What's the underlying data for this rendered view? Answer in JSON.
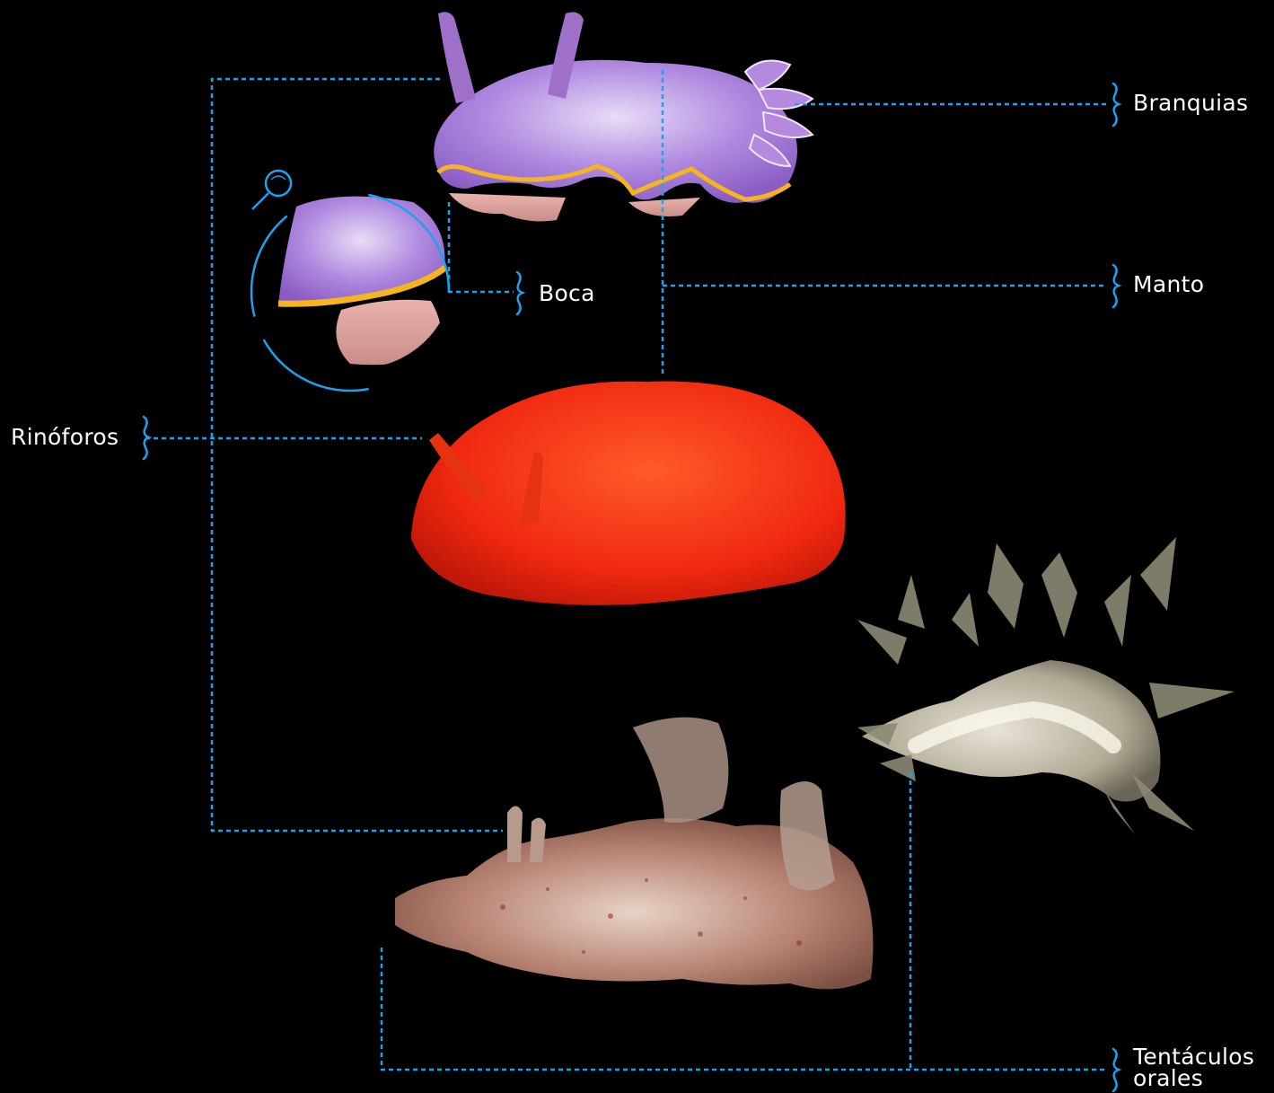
{
  "labels": {
    "branquias": "Branquias",
    "manto": "Manto",
    "boca": "Boca",
    "rinoforos": "Rinóforos",
    "tentaculos_line1": "Tentáculos",
    "tentaculos_line2": "orales"
  },
  "colors": {
    "background": "#000000",
    "leader_line": "#1aa3ee",
    "label_text": "#ffffff",
    "nudibranch_violet": "#a77fd8",
    "nudibranch_violet_edge": "#f6b51c",
    "nudibranch_red": "#f02810",
    "nudibranch_translucent": "#d9d3c2",
    "nudibranch_mottled": "#9b6a55"
  },
  "icons": {
    "magnifier": "magnifier-icon",
    "brace": "brace-icon"
  }
}
